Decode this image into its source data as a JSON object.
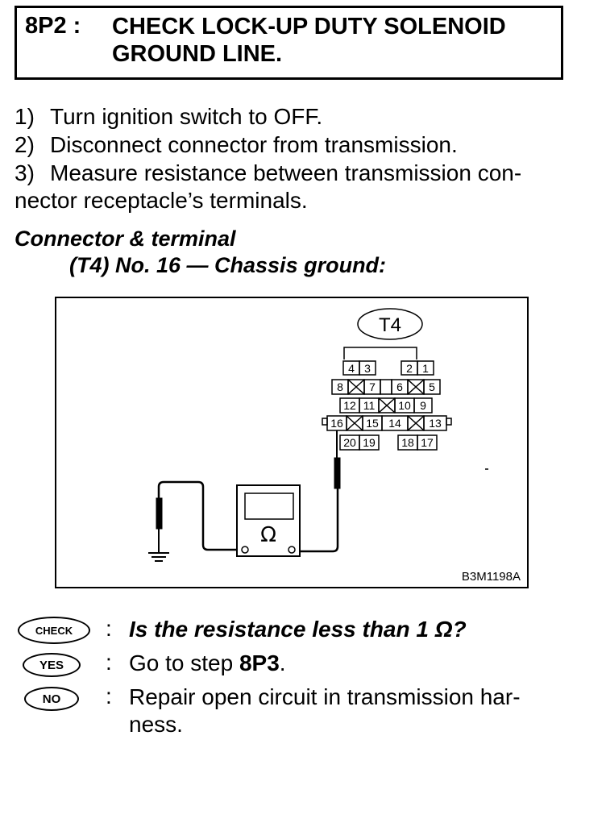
{
  "step": {
    "id": "8P2 :",
    "title_line1": "CHECK LOCK-UP DUTY SOLENOID",
    "title_line2": "GROUND LINE."
  },
  "instructions": [
    {
      "num": "1)",
      "text": "Turn ignition switch to OFF."
    },
    {
      "num": "2)",
      "text": "Disconnect connector from transmission."
    },
    {
      "num": "3)",
      "text": "Measure resistance between transmission con-"
    },
    {
      "num": "",
      "text": "nector receptacle’s terminals."
    }
  ],
  "connector_heading": "Connector & terminal",
  "connector_subheading": "(T4) No. 16 — Chassis ground:",
  "figure": {
    "connector_label": "T4",
    "meter_symbol": "Ω",
    "code": "B3M1198A",
    "terminals": {
      "row1": [
        "4",
        "3",
        "2",
        "1"
      ],
      "row2": [
        "8",
        "7",
        "6",
        "5"
      ],
      "row3": [
        "12",
        "11",
        "10",
        "9"
      ],
      "row4": [
        "16",
        "15",
        "14",
        "13"
      ],
      "row5": [
        "20",
        "19",
        "18",
        "17"
      ]
    }
  },
  "check": {
    "badge": "CHECK",
    "colon": ":",
    "question": "Is the resistance less than 1 Ω?"
  },
  "yes": {
    "badge": "YES",
    "colon": ":",
    "prefix": "Go to step ",
    "step_ref": "8P3",
    "suffix": "."
  },
  "no": {
    "badge": "NO",
    "colon": ":",
    "text_line1": "Repair open circuit in transmission har-",
    "text_line2": "ness."
  }
}
